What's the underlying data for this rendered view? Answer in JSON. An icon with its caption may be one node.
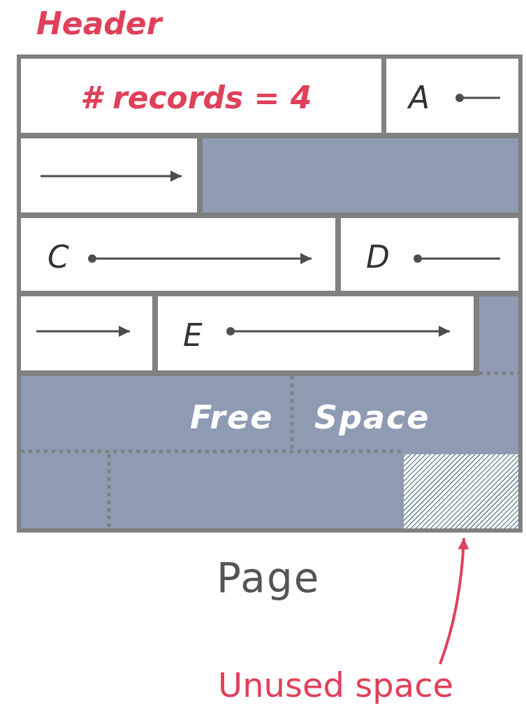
{
  "diagram": {
    "nodes": [
      {
        "text": [
          "# records = 4"
        ]
      },
      {
        "text": [
          "A"
        ]
      },
      {
        "text": [],
        "shape": "box"
      },
      {
        "text": [
          "C"
        ]
      },
      {
        "text": [
          "D"
        ]
      },
      {
        "text": [],
        "shape": "box"
      },
      {
        "text": [
          "E"
        ]
      },
      {
        "text": [
          "Unused space"
        ]
      },
      {
        "text": [],
        "shape": "box"
      }
    ],
    "edges": [
      {
        "from": 7,
        "to": 8,
        "arrow": "to"
      }
    ],
    "labels": [
      "Header",
      "Free",
      "Space",
      "Page"
    ]
  }
}
